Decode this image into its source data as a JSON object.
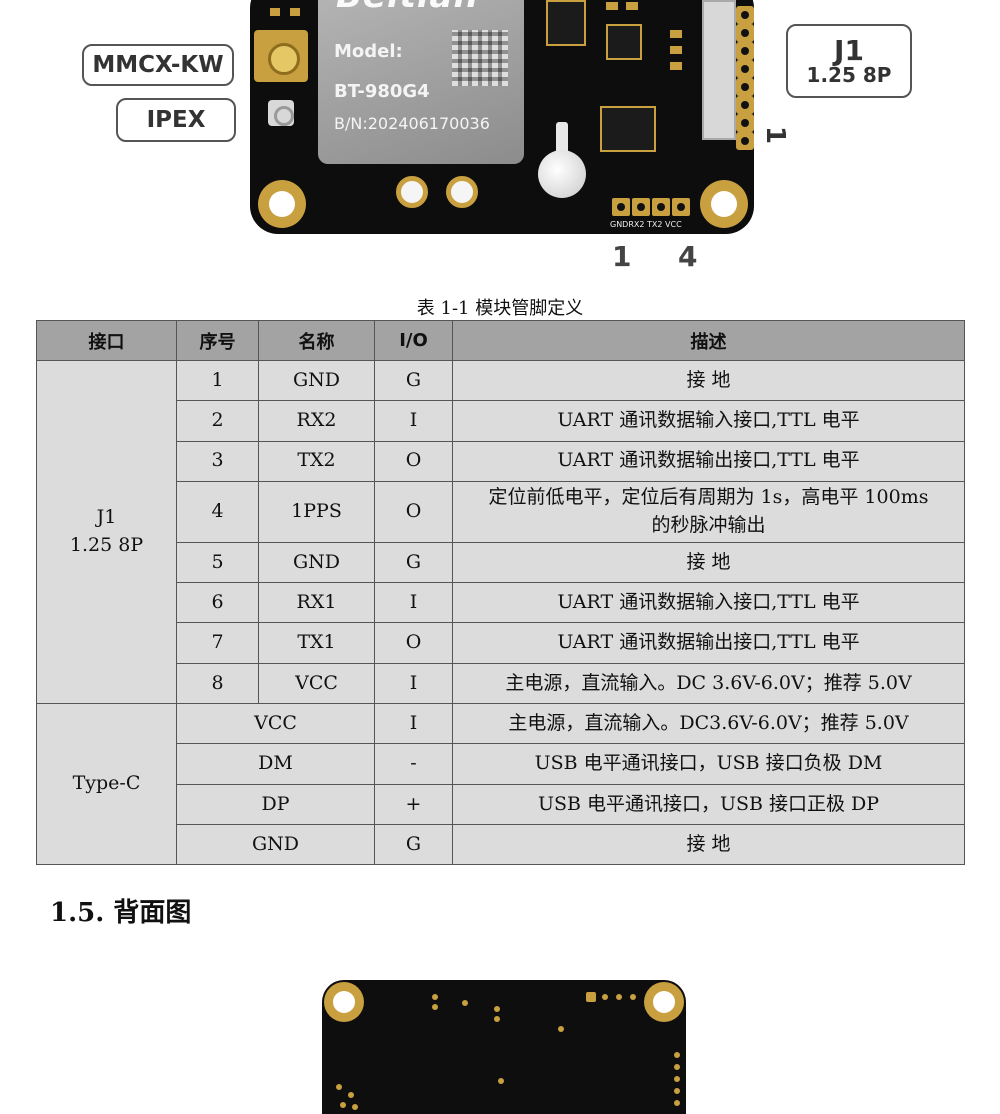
{
  "figure_top": {
    "callouts": {
      "mmcx": "MMCX-KW",
      "ipex": "IPEX",
      "j1_title": "J1",
      "j1_sub": "1.25 8P"
    },
    "module": {
      "brand": "Beitian",
      "model_label": "Model:",
      "model_value": "BT-980G4",
      "bn_value": "B/N:202406170036"
    },
    "uart_header_label": "GNDRX2 TX2 VCC",
    "pin1_marker": "1",
    "header_num_left": "1",
    "header_num_right": "4"
  },
  "table": {
    "caption": "表 1-1 模块管脚定义",
    "headers": [
      "接口",
      "序号",
      "名称",
      "I/O",
      "描述"
    ],
    "groups": [
      {
        "interface_lines": [
          "J1",
          "1.25 8P"
        ],
        "rows": [
          {
            "no": "1",
            "name": "GND",
            "io": "G",
            "desc": [
              "接 地"
            ]
          },
          {
            "no": "2",
            "name": "RX2",
            "io": "I",
            "desc": [
              "UART 通讯数据输入接口,TTL 电平"
            ]
          },
          {
            "no": "3",
            "name": "TX2",
            "io": "O",
            "desc": [
              "UART 通讯数据输出接口,TTL 电平"
            ]
          },
          {
            "no": "4",
            "name": "1PPS",
            "io": "O",
            "desc": [
              "定位前低电平，定位后有周期为 1s，高电平 100ms",
              "的秒脉冲输出"
            ]
          },
          {
            "no": "5",
            "name": "GND",
            "io": "G",
            "desc": [
              "接 地"
            ]
          },
          {
            "no": "6",
            "name": "RX1",
            "io": "I",
            "desc": [
              "UART 通讯数据输入接口,TTL 电平"
            ]
          },
          {
            "no": "7",
            "name": "TX1",
            "io": "O",
            "desc": [
              "UART 通讯数据输出接口,TTL 电平"
            ]
          },
          {
            "no": "8",
            "name": "VCC",
            "io": "I",
            "desc": [
              "主电源，直流输入。DC 3.6V-6.0V；推荐 5.0V"
            ]
          }
        ]
      },
      {
        "interface_lines": [
          "Type-C"
        ],
        "rows": [
          {
            "name": "VCC",
            "io": "I",
            "desc": [
              "主电源，直流输入。DC3.6V-6.0V；推荐 5.0V"
            ]
          },
          {
            "name": "DM",
            "io": "-",
            "desc": [
              "USB  电平通讯接口，USB  接口负极 DM"
            ]
          },
          {
            "name": "DP",
            "io": "+",
            "desc": [
              "USB  电平通讯接口，USB  接口正极  DP"
            ]
          },
          {
            "name": "GND",
            "io": "G",
            "desc": [
              "接 地"
            ]
          }
        ]
      }
    ]
  },
  "section_heading": "1.5. 背面图"
}
